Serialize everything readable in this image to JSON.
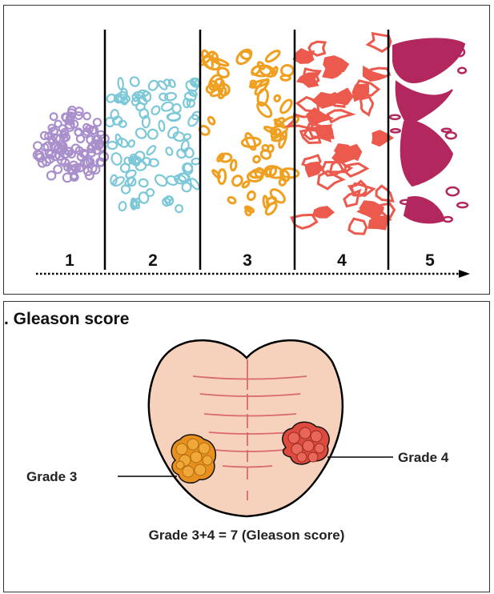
{
  "grades_panel": {
    "grade_labels": [
      "1",
      "2",
      "3",
      "4",
      "5"
    ],
    "colors": {
      "grade1": "#a98fcb",
      "grade2": "#7cc8d8",
      "grade3": "#f0a020",
      "grade4": "#ec5a4e",
      "grade5": "#b3275f"
    }
  },
  "score_panel": {
    "title": ". Gleason score",
    "label_grade3": "Grade 3",
    "label_grade4": "Grade 4",
    "caption": "Grade 3+4 = 7 (Gleason score)",
    "colors": {
      "prostate_fill": "#f6d2bd",
      "urethra_lines": "#d96a6a",
      "grade3_tumor": "#e8901e",
      "grade4_tumor": "#dd4a3e"
    }
  }
}
